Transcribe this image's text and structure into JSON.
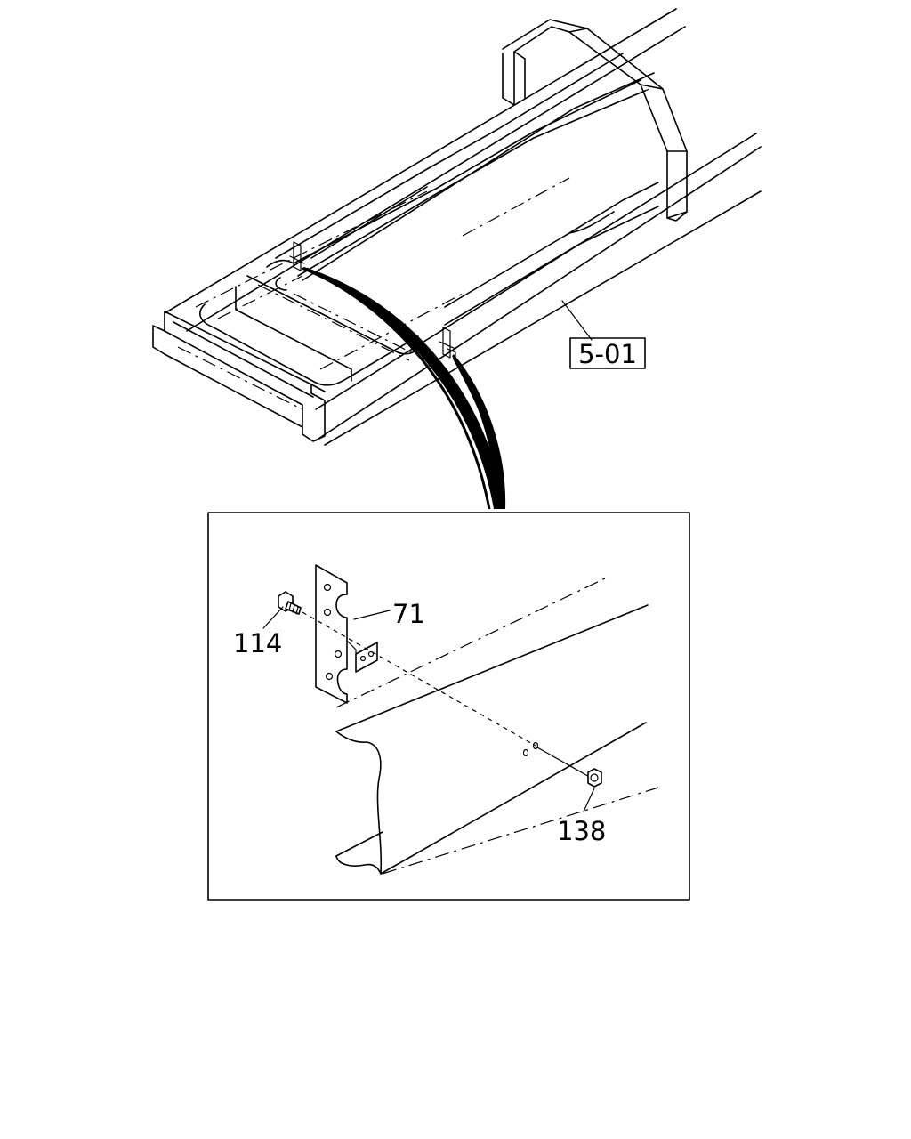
{
  "diagram": {
    "reference_label": "5-01",
    "parts": [
      {
        "id": "bracket",
        "callout": "71"
      },
      {
        "id": "bolt",
        "callout": "114"
      },
      {
        "id": "nut",
        "callout": "138"
      }
    ]
  }
}
